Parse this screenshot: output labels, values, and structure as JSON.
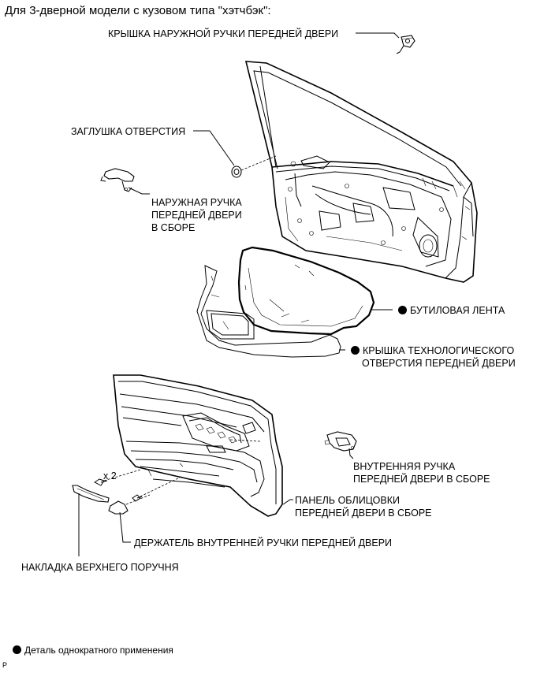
{
  "heading": "Для 3-дверной модели с кузовом типа \"хэтчбэк\":",
  "labels": {
    "outer_handle_cover": "КРЫШКА НАРУЖНОЙ РУЧКИ ПЕРЕДНЕЙ ДВЕРИ",
    "hole_plug": "ЗАГЛУШКА ОТВЕРСТИЯ",
    "outer_handle_assy": [
      "НАРУЖНАЯ РУЧКА",
      "ПЕРЕДНЕЙ ДВЕРИ",
      "В СБОРЕ"
    ],
    "butyl_tape": "БУТИЛОВАЯ ЛЕНТА",
    "service_hole_cover": [
      "КРЫШКА ТЕХНОЛОГИЧЕСКОГО",
      "ОТВЕРСТИЯ ПЕРЕДНЕЙ ДВЕРИ"
    ],
    "inner_handle_assy": [
      "ВНУТРЕННЯЯ РУЧКА",
      "ПЕРЕДНЕЙ ДВЕРИ В СБОРЕ"
    ],
    "trim_panel_assy": [
      "ПАНЕЛЬ ОБЛИЦОВКИ",
      "ПЕРЕДНЕЙ ДВЕРИ В СБОРЕ"
    ],
    "inner_handle_bezel": "ДЕРЖАТЕЛЬ ВНУТРЕННЕЙ РУЧКИ ПЕРЕДНЕЙ ДВЕРИ",
    "armrest_cover": "НАКЛАДКА ВЕРХНЕГО ПОРУЧНЯ",
    "screw_qty": "x 2"
  },
  "legend": {
    "non_reusable": "Деталь однократного применения"
  },
  "figure_code": "P",
  "icons": {
    "non_reusable_marker": "filled-circle-icon"
  }
}
